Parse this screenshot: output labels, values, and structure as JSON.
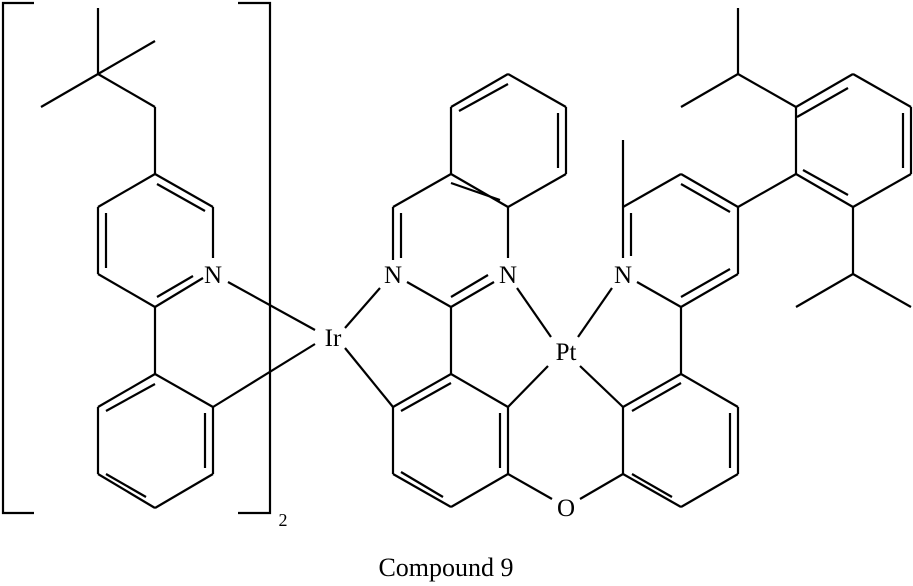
{
  "figure": {
    "caption": "Compound 9",
    "bracket_subscript": "2",
    "atoms": {
      "ir": "Ir",
      "pt": "Pt",
      "o": "O",
      "n_left_pyridine": "N",
      "n_quinazoline_1": "N",
      "n_quinazoline_3": "N",
      "n_right_pyridine": "N"
    },
    "colors": {
      "stroke": "#000000",
      "background": "#ffffff"
    }
  }
}
